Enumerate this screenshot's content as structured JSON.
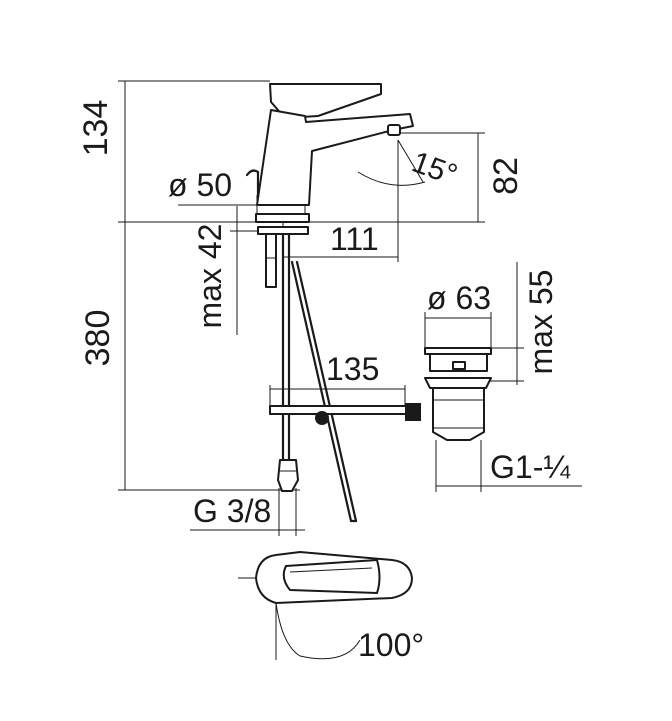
{
  "dimensions": {
    "height_top": "134",
    "height_bottom": "380",
    "spout_height": "82",
    "base_diameter": "ø 50",
    "max_thickness": "max 42",
    "spout_reach": "111",
    "waste_diameter": "ø 63",
    "waste_max": "max 55",
    "waste_offset": "135",
    "waste_thread": "G1-¼",
    "hose_thread": "G 3/8",
    "spout_angle": "15°",
    "lever_rotation": "100°"
  }
}
